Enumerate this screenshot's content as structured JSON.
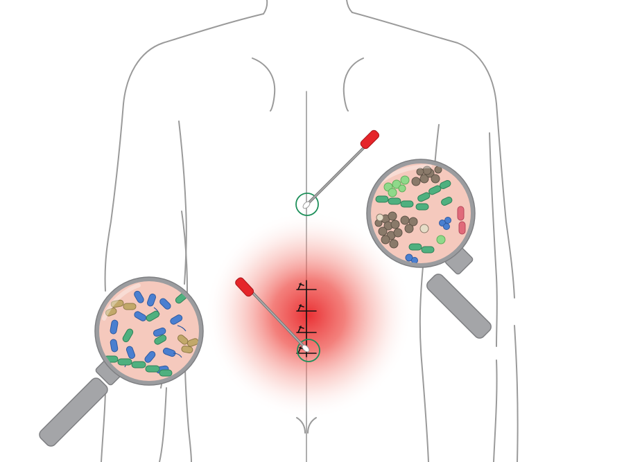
{
  "colors": {
    "outline": "#9a9a9a",
    "skin_fill": "#ffffff",
    "inflammation": "#e8262a",
    "swab_tip_red": "#e5252a",
    "swab_shaft": "#8c8c8c",
    "swab_circle": "#1e8f5a",
    "lens_rim": "#9b9c9f",
    "lens_fill": "#f5c9bd",
    "microbe_blue": "#4a7fd0",
    "microbe_green": "#4fb07f",
    "microbe_tan": "#c2a86a",
    "microbe_brown": "#8a7a6a",
    "microbe_lightgreen": "#7fd37f",
    "microbe_pink": "#e06a7a"
  },
  "figure": {
    "subject": "human-back-outline",
    "swab_sites": [
      "healthy-skin-site",
      "wound-site"
    ],
    "magnifiers": [
      "healthy-skin-microbiome",
      "wound-microbiome"
    ],
    "sutures": 4
  }
}
